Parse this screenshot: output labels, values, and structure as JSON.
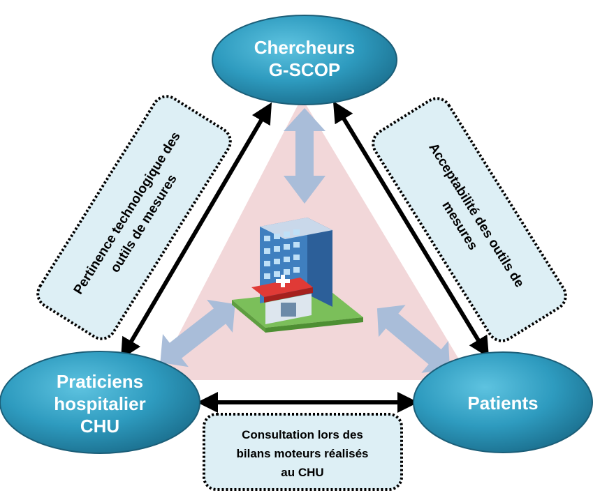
{
  "nodes": {
    "top": {
      "lines": [
        "Chercheurs",
        "G-SCOP"
      ]
    },
    "left": {
      "lines": [
        "Praticiens",
        "hospitalier",
        "CHU"
      ]
    },
    "right": {
      "lines": [
        "Patients"
      ]
    }
  },
  "notes": {
    "left": {
      "lines": [
        "Pertinence technologique des",
        "outils de mesures"
      ]
    },
    "right": {
      "lines": [
        "Acceptabilité des outils de",
        "mesures"
      ]
    },
    "bottom": {
      "lines": [
        "Consultation lors des",
        "bilans moteurs réalisés",
        "au CHU"
      ]
    }
  },
  "center_icon": "hospital-building-icon",
  "colors": {
    "node_fill": "#2E9BBF",
    "node_dark": "#1B6F8E",
    "triangle_fill": "#F2D7D9",
    "note_fill": "#DDEFF5",
    "arrow_light": "#A9BDD9",
    "arrow_dark": "#000000"
  }
}
